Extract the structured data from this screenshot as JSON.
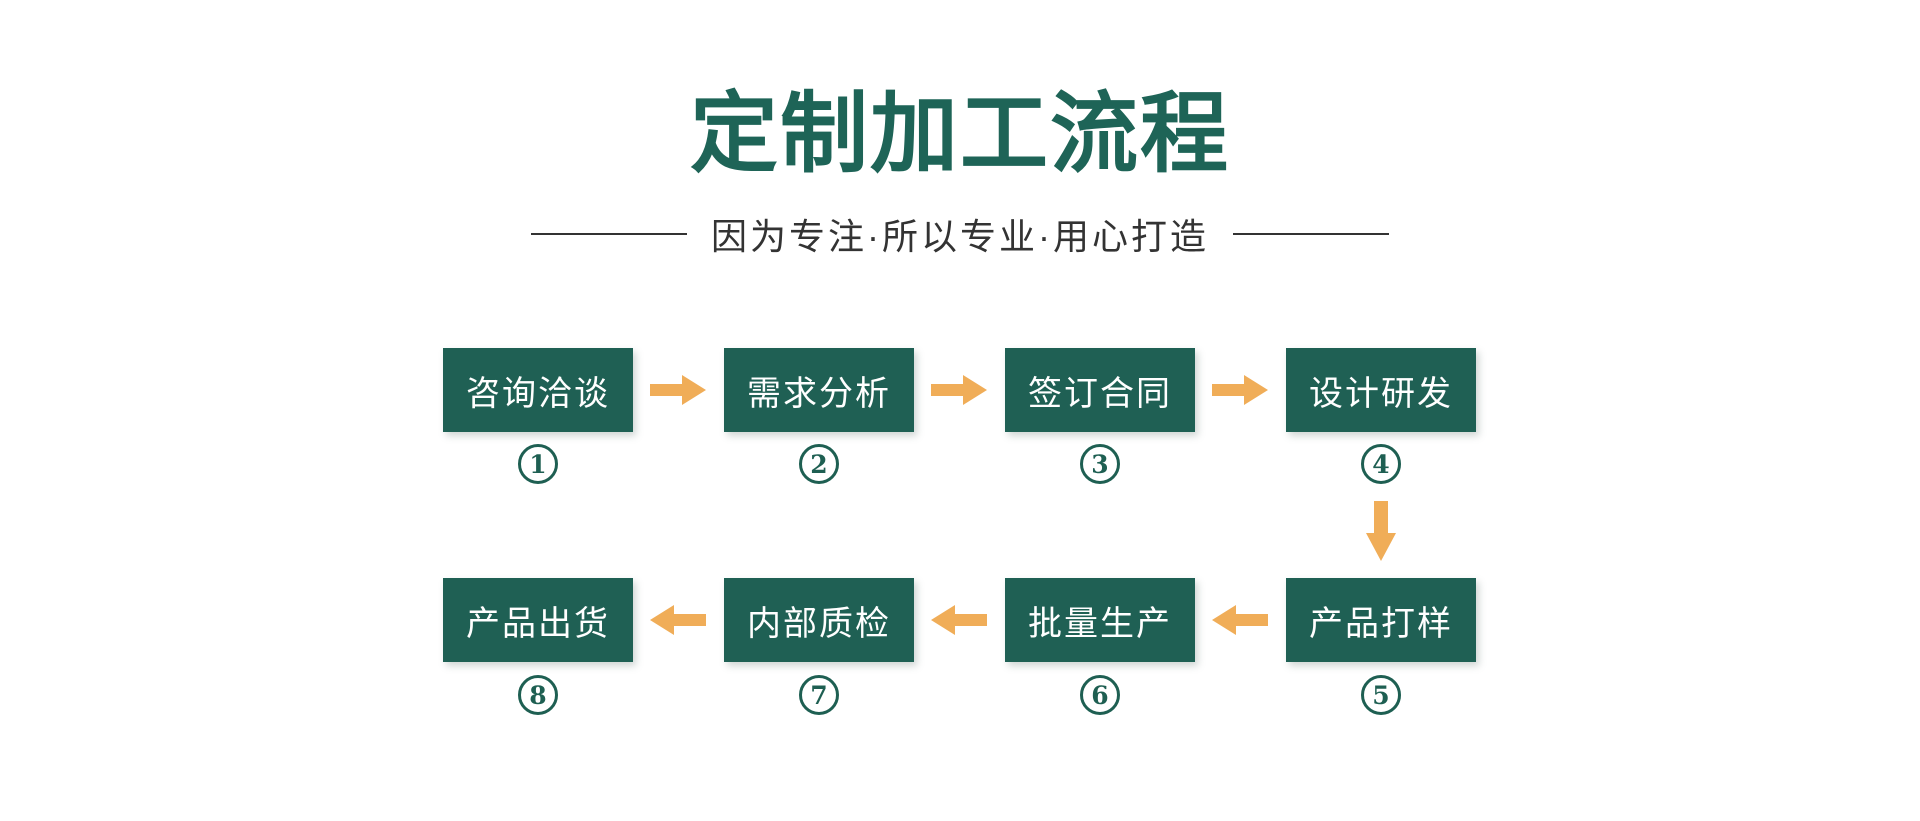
{
  "header": {
    "title": "定制加工流程",
    "subtitle": "因为专注·所以专业·用心打造"
  },
  "flow": {
    "steps": [
      {
        "number": "1",
        "label": "咨询洽谈"
      },
      {
        "number": "2",
        "label": "需求分析"
      },
      {
        "number": "3",
        "label": "签订合同"
      },
      {
        "number": "4",
        "label": "设计研发"
      },
      {
        "number": "5",
        "label": "产品打样"
      },
      {
        "number": "6",
        "label": "批量生产"
      },
      {
        "number": "7",
        "label": "内部质检"
      },
      {
        "number": "8",
        "label": "产品出货"
      }
    ],
    "direction_row1": "left-to-right",
    "direction_row2": "right-to-left",
    "icons": [
      "arrow-right-icon",
      "arrow-down-icon",
      "arrow-left-icon"
    ]
  },
  "colors": {
    "title_green": "#1e6457",
    "box_green": "#1f6054",
    "circle_green": "#1e5f52",
    "arrow_orange": "#f0ad58",
    "text_gray": "#333333",
    "box_text": "#ffffff"
  }
}
